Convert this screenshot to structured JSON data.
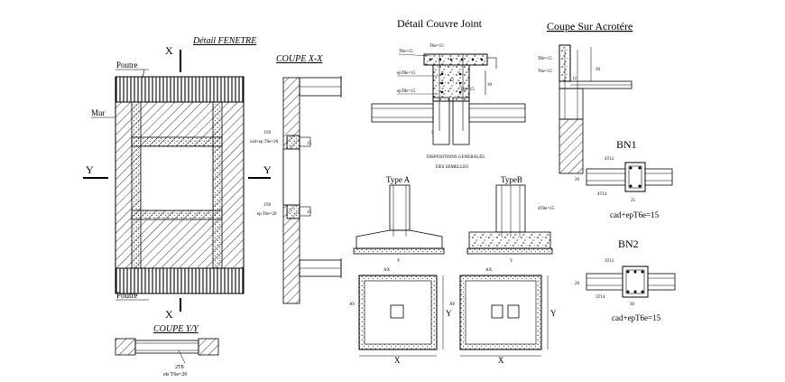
{
  "fenetre": {
    "title": "Détail FENETRE",
    "axis_x_top": "X",
    "axis_x_bottom": "X",
    "axis_y_left": "Y",
    "axis_y_right": "Y",
    "poutre_top": "Poutre",
    "poutre_bottom": "Poutre",
    "mur": "Mur"
  },
  "coupe_xx": {
    "title": "COUPE X-X",
    "label_top_1": "3T8",
    "label_top_2": "cad+ep T6e=20",
    "dim_top": "15",
    "label_bot_1": "3T8",
    "label_bot_2": "ep T6e=20",
    "dim_bot": "15"
  },
  "coupe_yy": {
    "title": "COUPE Y/Y",
    "label_1": "2T8",
    "label_2": "etr T6e=20"
  },
  "couvre_joint": {
    "title": "Détail Couvre Joint",
    "t1": "T8e=15",
    "t2": "T8e=15",
    "t3": "epT8e=15",
    "t4": "epT8e=15",
    "t5": "T8e=15",
    "d1": "12",
    "d2": "30",
    "d3": "5"
  },
  "acrotere": {
    "title": "Coupe Sur Acrotére",
    "t1": "T8e=15",
    "t2": "T6e=15",
    "d1": "12",
    "d2": "30"
  },
  "semelles": {
    "title_1": "DISPOSITIONS GENERALES",
    "title_2": "DES SEMELLES",
    "type_a": "Type A",
    "type_b": "TypeB",
    "note_b": "4T8e=15",
    "y_a": "Y",
    "y_b": "Y",
    "ax_a_top": "AX",
    "ax_a_left": "AY",
    "x_a": "X",
    "y_a_side": "Y",
    "ax_b_top": "AX",
    "ax_b_left": "AY",
    "x_b": "X",
    "y_b_side": "Y"
  },
  "bn1": {
    "title": "BN1",
    "top": "4T12",
    "bottom": "4T14",
    "dim_h": "20",
    "dim_w": "25",
    "note": "cad+epT6e=15"
  },
  "bn2": {
    "title": "BN2",
    "top": "3T12",
    "bottom": "3T14",
    "dim_h": "20",
    "dim_w": "30",
    "note": "cad+epT6e=15"
  }
}
